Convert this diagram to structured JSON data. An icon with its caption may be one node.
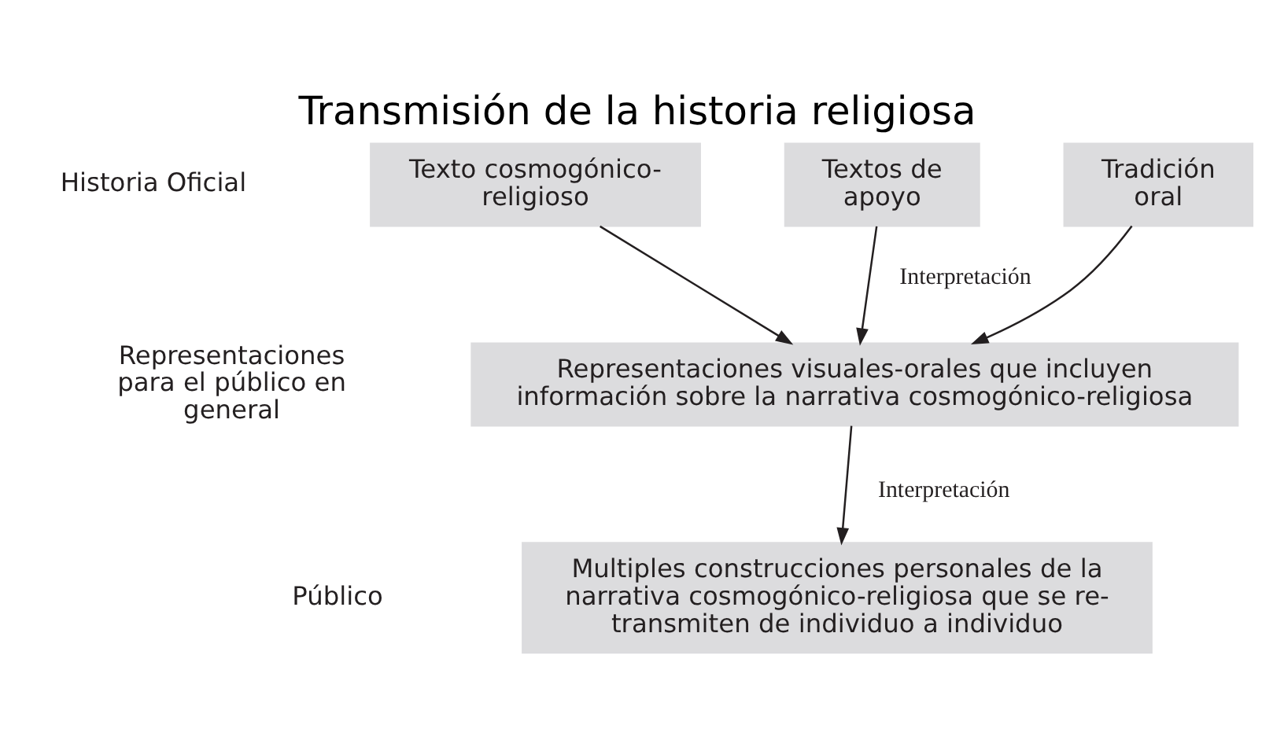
{
  "diagram": {
    "title": "Transmisión de la historia religiosa",
    "nodes": [
      {
        "text": [
          "Texto cosmogónico-religioso"
        ]
      },
      {
        "text": [
          "Textos de apoyo"
        ]
      },
      {
        "text": [
          "Tradición oral"
        ]
      },
      {
        "text": [
          "Representaciones visuales-orales que incluyen información sobre la narrativa cosmogónico-religiosa"
        ]
      },
      {
        "text": [
          "Multiples construcciones personales de la narrativa cosmogónico-religiosa que se re-transmiten de individuo a individuo"
        ]
      }
    ],
    "edges": [
      {
        "from": 0,
        "to": 3,
        "arrow": "to"
      },
      {
        "from": 1,
        "to": 3,
        "arrow": "to",
        "label": "Interpretación"
      },
      {
        "from": 2,
        "to": 3,
        "arrow": "to"
      },
      {
        "from": 3,
        "to": 4,
        "arrow": "to",
        "label": "Interpretación"
      }
    ],
    "labels": [
      "Historia Oficial",
      "Representaciones para el público en general",
      "Público"
    ]
  }
}
